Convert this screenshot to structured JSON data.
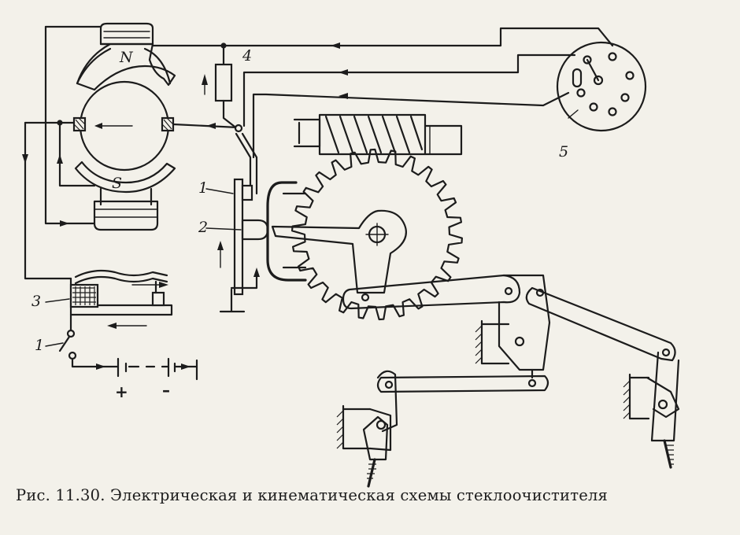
{
  "caption": "Рис. 11.30. Электрическая и кинематическая схемы стеклоочистителя",
  "labels": {
    "pole_north": "N",
    "pole_south": "S",
    "part_1_switch": "1",
    "part_1_contact": "1",
    "part_2": "2",
    "part_3": "3",
    "part_4": "4",
    "part_5": "5",
    "battery_plus": "+",
    "battery_minus": "–"
  },
  "colors": {
    "ink": "#1c1c1c",
    "paper": "#f3f1ea"
  }
}
